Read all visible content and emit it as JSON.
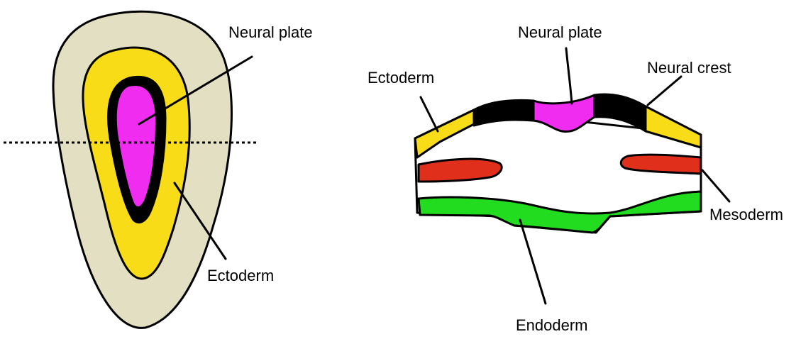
{
  "colors": {
    "outer_disc": "#e3dfc3",
    "ectoderm": "#f7dc17",
    "neural_crest": "#000000",
    "neural_plate": "#ef2cef",
    "mesoderm": "#e0301c",
    "endoderm": "#22dd1f",
    "outline": "#000000"
  },
  "left_panel": {
    "label_neural_plate": "Neural plate",
    "label_ectoderm": "Ectoderm",
    "section_line": "dotted"
  },
  "right_panel": {
    "label_neural_plate": "Neural plate",
    "label_ectoderm": "Ectoderm",
    "label_neural_crest": "Neural crest",
    "label_mesoderm": "Mesoderm",
    "label_endoderm": "Endoderm"
  }
}
